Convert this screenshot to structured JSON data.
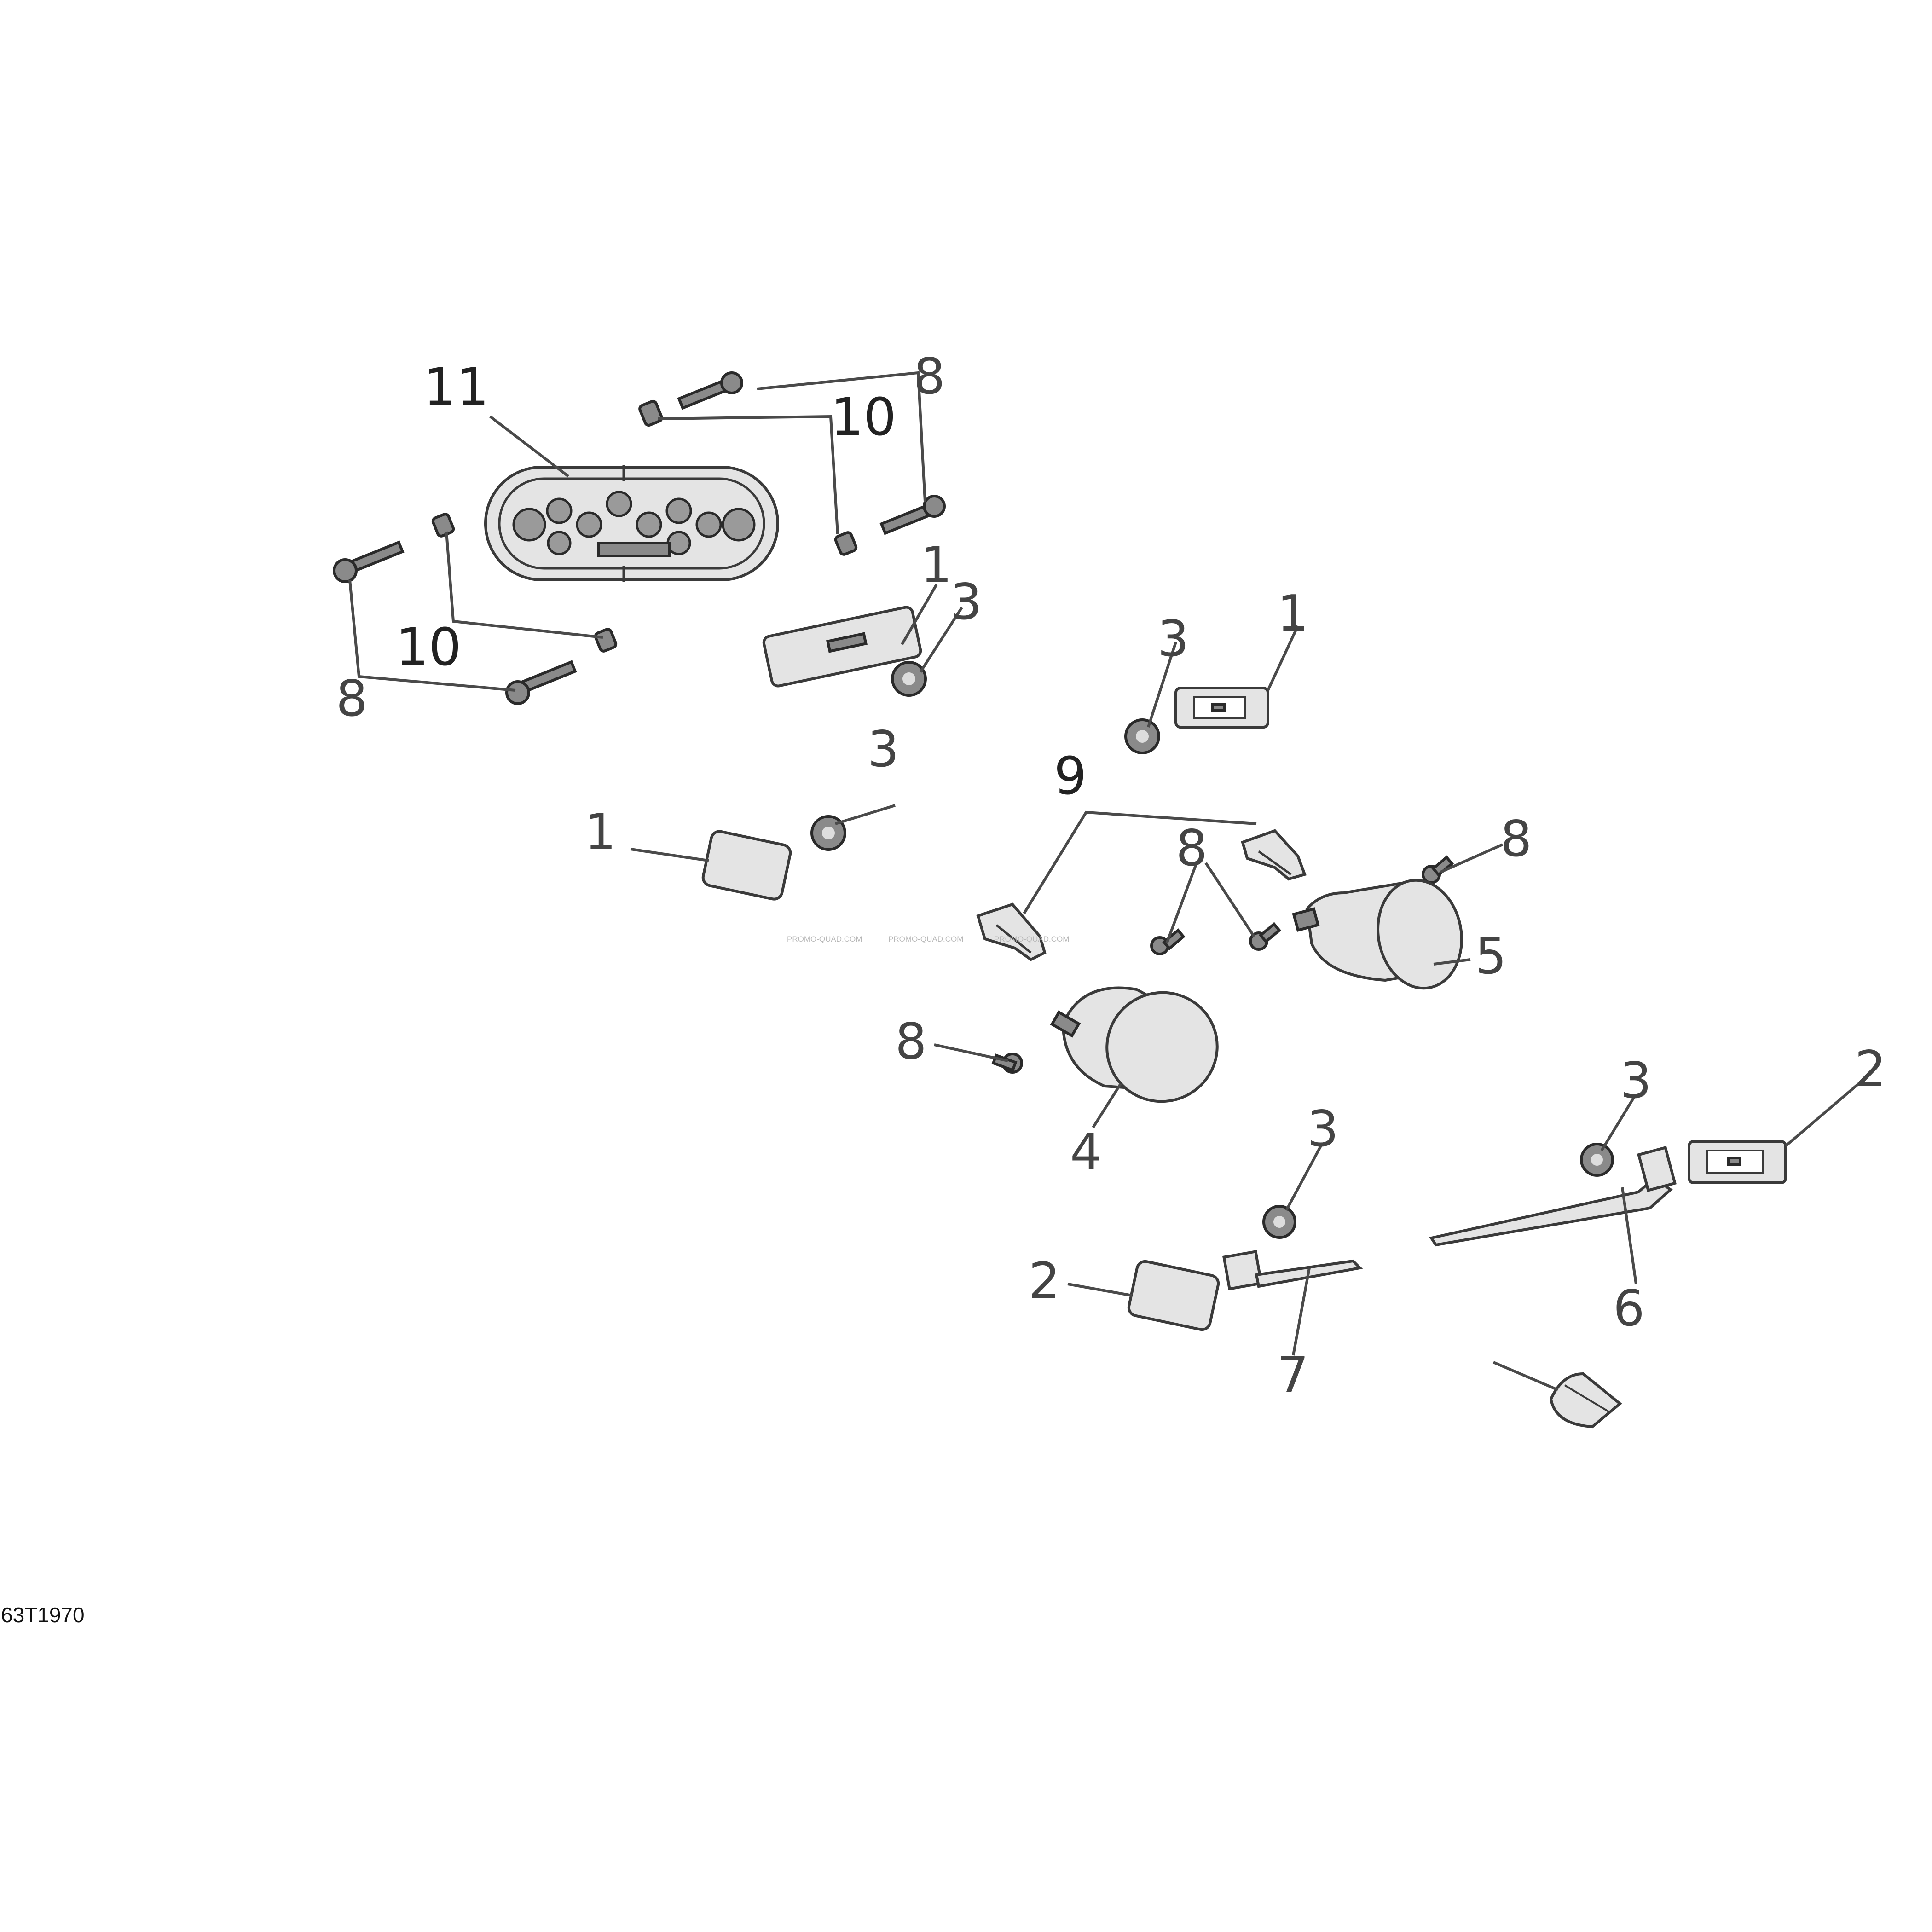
{
  "diagram": {
    "drawing_code": "63T1970",
    "watermarks": [
      "PROMO-QUAD.COM",
      "PROMO-QUAD.COM",
      "PROMO-QUAD.COM"
    ],
    "callouts": {
      "c11": "11",
      "c8_top": "8",
      "c10_top": "10",
      "c1_top": "1",
      "c3_top": "3",
      "c10_left": "10",
      "c8_left": "8",
      "c3_mid": "3",
      "c1_mid": "1",
      "c9": "9",
      "c3_left": "3",
      "c1_left": "1",
      "c8_center": "8",
      "c8_right": "8",
      "c5": "5",
      "c8_lower": "8",
      "c4": "4",
      "c3_lowright": "3",
      "c2_right": "2",
      "c3_lower": "3",
      "c6": "6",
      "c2_left": "2",
      "c7": "7"
    }
  }
}
